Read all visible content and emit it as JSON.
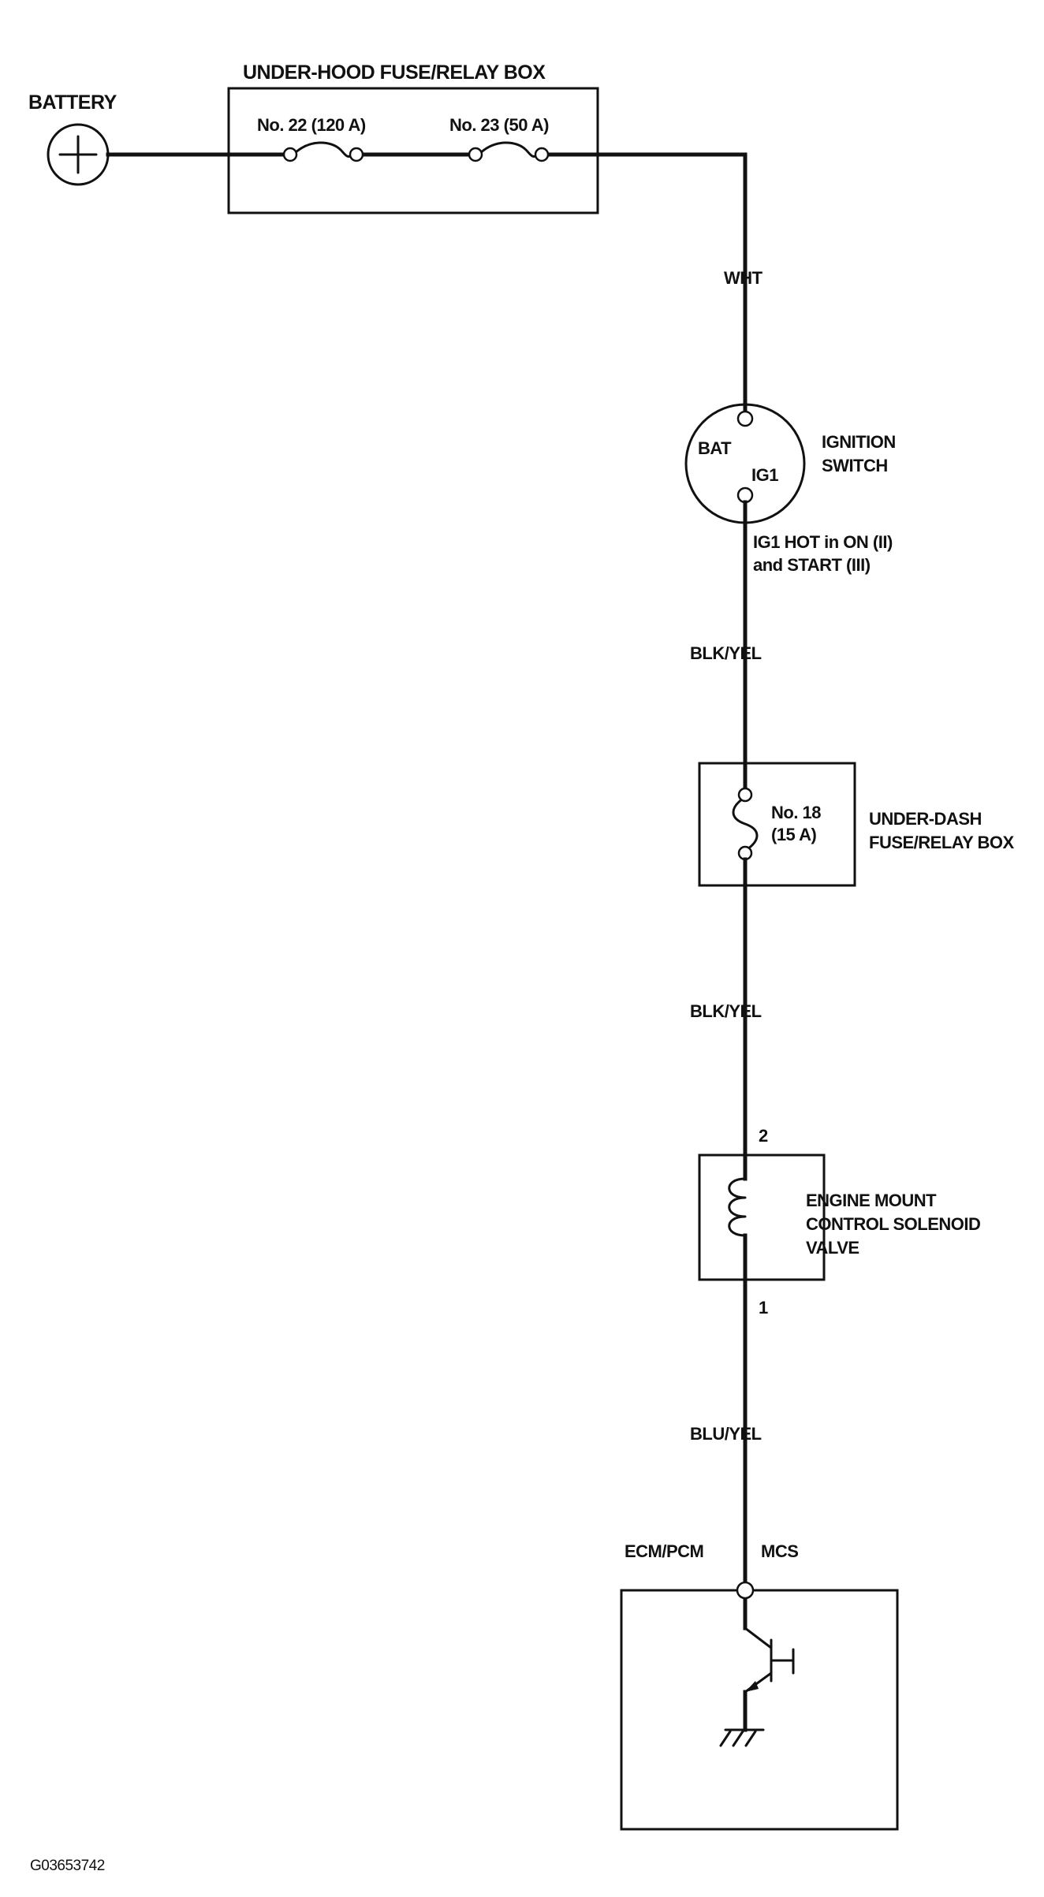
{
  "components": {
    "battery": {
      "label": "BATTERY"
    },
    "underhood_box": {
      "label": "UNDER-HOOD FUSE/RELAY BOX",
      "fuses": [
        {
          "label": "No. 22 (120 A)"
        },
        {
          "label": "No. 23 (50 A)"
        }
      ]
    },
    "ignition_switch": {
      "label_lines": [
        "IGNITION",
        "SWITCH"
      ],
      "terminals": {
        "bat": "BAT",
        "ig1": "IG1"
      },
      "note_lines": [
        "IG1 HOT in ON (II)",
        "and START (III)"
      ]
    },
    "underdash_box": {
      "label_lines": [
        "UNDER-DASH",
        "FUSE/RELAY BOX"
      ],
      "fuse_lines": [
        "No. 18",
        "(15 A)"
      ]
    },
    "solenoid": {
      "label_lines": [
        "ENGINE MOUNT",
        "CONTROL SOLENOID",
        "VALVE"
      ],
      "pin_top": "2",
      "pin_bottom": "1"
    },
    "ecm": {
      "label": "ECM/PCM",
      "terminal": "MCS"
    }
  },
  "wires": {
    "to_ignition": "WHT",
    "ignition_to_fuse": "BLK/YEL",
    "fuse_to_solenoid": "BLK/YEL",
    "solenoid_to_ecm": "BLU/YEL"
  },
  "footer": {
    "code": "G03653742"
  }
}
